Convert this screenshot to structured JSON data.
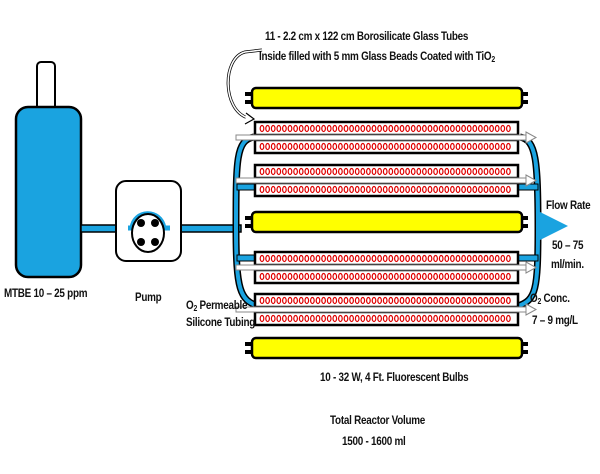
{
  "title": "Photocatalytic Glass-Tube Reactor Schematic",
  "labels": {
    "tubes_line1": "11 - 2.2 cm x 122 cm Borosilicate Glass Tubes",
    "tubes_line2_pre": "Inside filled with 5 mm Glass Beads Coated with TiO",
    "tubes_line2_sub": "2",
    "feed": "MTBE 10 – 25 ppm",
    "pump": "Pump",
    "o2_line1_pre": "O",
    "o2_line1_sub": "2",
    "o2_line1_post": " Permeable",
    "o2_line2": "Silicone Tubing",
    "flow_rate": "Flow Rate",
    "flow_value": "50 – 75",
    "flow_unit": "ml/min.",
    "o2conc_pre": "O",
    "o2conc_sub": "2",
    "o2conc_post": " Conc.",
    "o2conc_value": "7 – 9 mg/L",
    "bulbs": "10 - 32 W, 4 Ft. Fluorescent Bulbs",
    "volume_line1": "Total Reactor Volume",
    "volume_line2": "1500 - 1600 ml"
  },
  "components": {
    "feed_bottle": "MTBE feed bottle",
    "pump": "peristaltic pump",
    "bulbs": [
      "bulb-top",
      "bulb-middle",
      "bulb-bottom"
    ],
    "tube_pairs": [
      "tube-pair-1",
      "tube-pair-2",
      "tube-pair-3",
      "tube-pair-4"
    ]
  },
  "colors": {
    "liquid": "#1aa3e0",
    "bulb": "#ffff00",
    "bead": "#e00000",
    "outline": "#000000"
  }
}
